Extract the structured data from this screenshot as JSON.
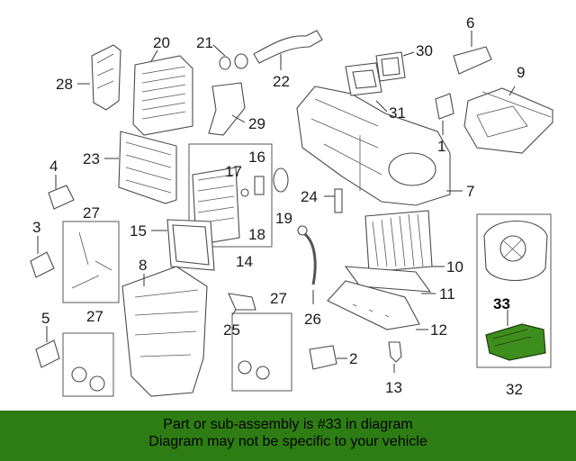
{
  "diagram": {
    "highlight_color": "#3e8e1e",
    "callouts": [
      "1",
      "2",
      "3",
      "4",
      "5",
      "6",
      "7",
      "8",
      "9",
      "10",
      "11",
      "12",
      "13",
      "14",
      "15",
      "16",
      "17",
      "18",
      "19",
      "20",
      "21",
      "22",
      "23",
      "24",
      "25",
      "26",
      "27",
      "27",
      "27",
      "28",
      "29",
      "30",
      "31",
      "32",
      "33"
    ]
  },
  "banner": {
    "line1": "Part or sub-assembly is #33 in diagram",
    "line2": "Diagram may not be specific to your vehicle",
    "background": "#2e7d14"
  }
}
